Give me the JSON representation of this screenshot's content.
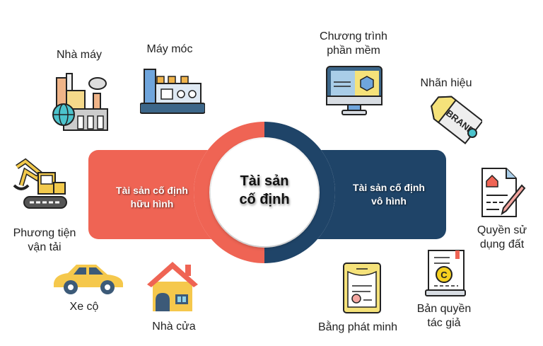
{
  "diagram": {
    "center": {
      "line1": "Tài sản",
      "line2": "cố định"
    },
    "left_branch": {
      "line1": "Tài sản cố định",
      "line2": "hữu hình",
      "color": "#ef6454"
    },
    "right_branch": {
      "line1": "Tài sản cố định",
      "line2": "vô hình",
      "color": "#1f4468"
    },
    "tangible_items": [
      {
        "label": "Nhà máy",
        "icon": "factory-icon"
      },
      {
        "label": "Máy móc",
        "icon": "machine-icon"
      },
      {
        "label_line1": "Phương tiện",
        "label_line2": "vận tải",
        "icon": "excavator-icon"
      },
      {
        "label": "Xe cộ",
        "icon": "car-icon"
      },
      {
        "label": "Nhà cửa",
        "icon": "house-icon"
      }
    ],
    "intangible_items": [
      {
        "label_line1": "Chương trình",
        "label_line2": "phần mềm",
        "icon": "computer-icon"
      },
      {
        "label": "Nhãn hiệu",
        "icon": "brand-tag-icon",
        "tag_text": "BRAND"
      },
      {
        "label_line1": "Quyền sử",
        "label_line2": "dụng đất",
        "icon": "land-document-icon"
      },
      {
        "label_line1": "Bản quyền",
        "label_line2": "tác giả",
        "icon": "copyright-document-icon",
        "symbol": "C"
      },
      {
        "label": "Bằng phát minh",
        "icon": "patent-certificate-icon"
      }
    ]
  }
}
